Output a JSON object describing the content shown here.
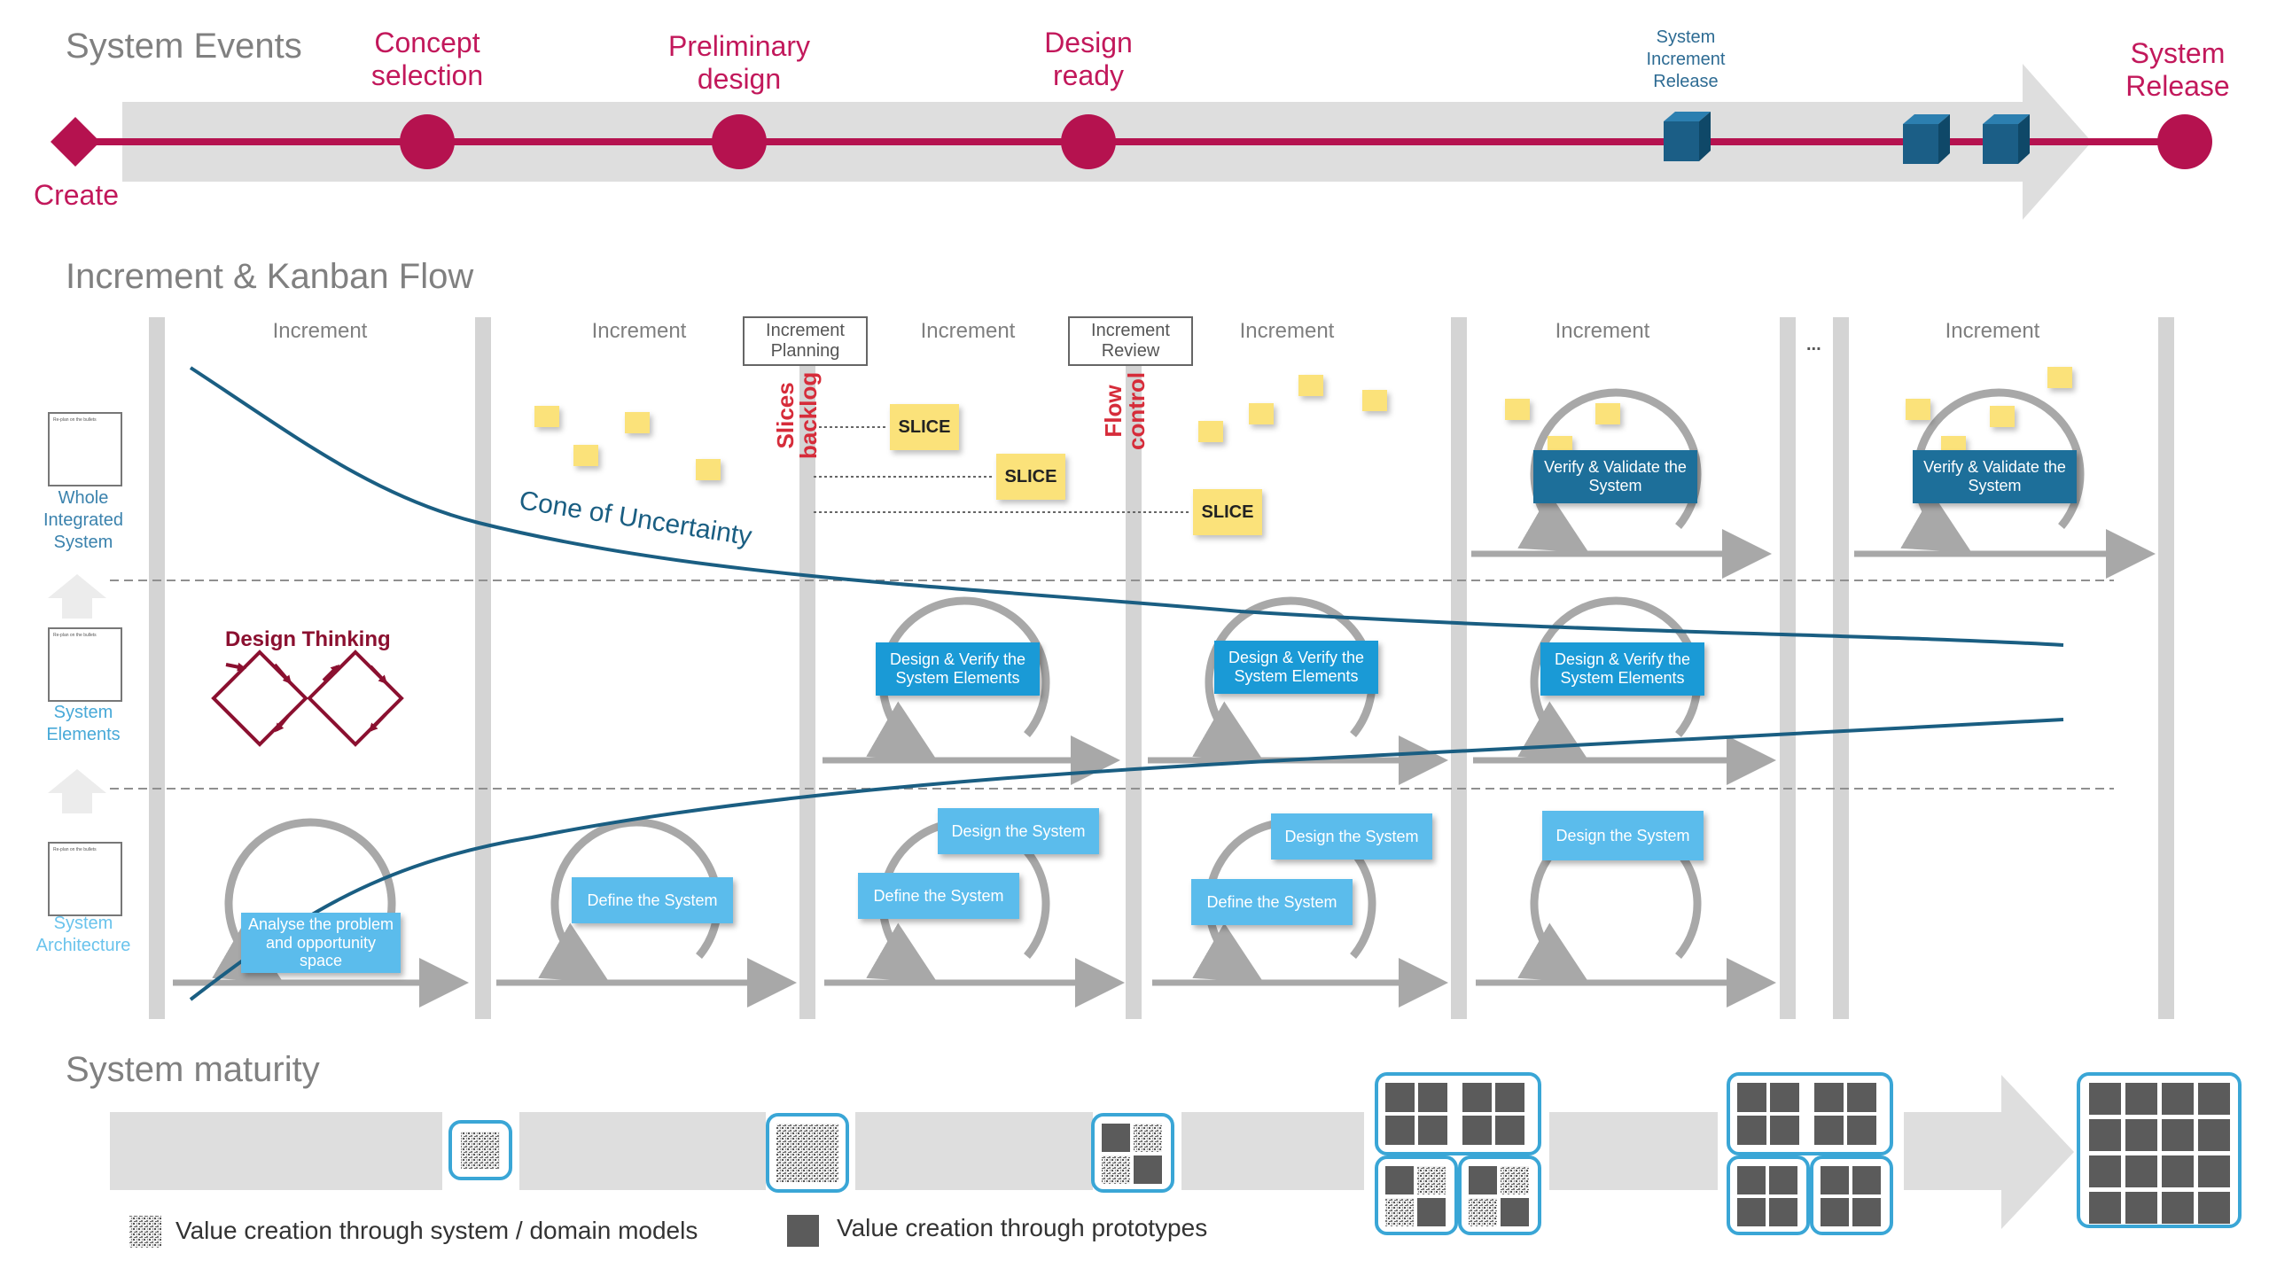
{
  "sections": {
    "events": "System Events",
    "flow": "Increment & Kanban Flow",
    "maturity": "System maturity"
  },
  "events": {
    "create": "Create",
    "concept": "Concept\nselection",
    "preliminary": "Preliminary\ndesign",
    "design_ready": "Design\nready",
    "increment_release": "System\nIncrement\nRelease",
    "system_release": "System\nRelease"
  },
  "increments": [
    "Increment",
    "Increment",
    "Increment",
    "Increment",
    "Increment",
    "Increment"
  ],
  "ellipsis": "...",
  "boxes": {
    "planning": "Increment\nPlanning",
    "review": "Increment\nReview"
  },
  "vertical": {
    "slices_backlog": "Slices\nbacklog",
    "flow_control": "Flow\ncontrol"
  },
  "slice_label": "SLICE",
  "levels": {
    "whole": "Whole\nIntegrated\nSystem",
    "elements": "System\nElements",
    "architecture": "System\nArchitecture",
    "mini_text": "Re-plan on the bullets"
  },
  "design_thinking": "Design Thinking",
  "cone": "Cone of Uncertainty",
  "cards": {
    "analyse": "Analyse the problem\nand opportunity\nspace",
    "define": "Define the System",
    "design_sys": "Design the System",
    "design_verify": "Design & Verify the\nSystem Elements",
    "verify_validate": "Verify & Validate the\nSystem"
  },
  "legend": {
    "models": "Value creation through system / domain models",
    "prototypes": "Value creation through prototypes"
  },
  "colors": {
    "crimson": "#c2185b",
    "timeline": "#b5124f",
    "cone": "#1a5e82",
    "pillar": "#d3d3d3",
    "maturity_border": "#3aa6d6",
    "sticky": "#fbe27a"
  }
}
